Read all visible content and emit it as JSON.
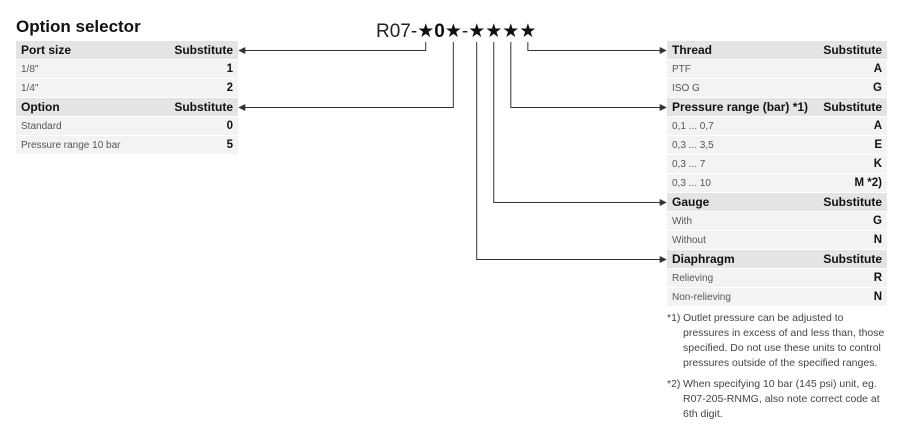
{
  "title": "Option selector",
  "code": {
    "prefix": "R07-",
    "star1": "★",
    "zero": "0",
    "star2": "★",
    "dash": "-",
    "star3": "★",
    "star4": "★",
    "star5": "★",
    "star6": "★"
  },
  "left_table": {
    "port_header": "Port size",
    "port_sub": "Substitute",
    "port_rows": [
      {
        "label": "1/8\"",
        "value": "1"
      },
      {
        "label": "1/4\"",
        "value": "2"
      }
    ],
    "option_header": "Option",
    "option_sub": "Substitute",
    "option_rows": [
      {
        "label": "Standard",
        "value": "0"
      },
      {
        "label": "Pressure range 10 bar",
        "value": "5"
      }
    ]
  },
  "right_table": {
    "thread_header": "Thread",
    "thread_sub": "Substitute",
    "thread_rows": [
      {
        "label": "PTF",
        "value": "A"
      },
      {
        "label": "ISO G",
        "value": "G"
      }
    ],
    "pressure_header": "Pressure range (bar) *1)",
    "pressure_sub": "Substitute",
    "pressure_rows": [
      {
        "label": "0,1 ... 0,7",
        "value": "A"
      },
      {
        "label": "0,3 ... 3,5",
        "value": "E"
      },
      {
        "label": "0,3 ... 7",
        "value": "K"
      },
      {
        "label": "0,3 ... 10",
        "value": "M *2)"
      }
    ],
    "gauge_header": "Gauge",
    "gauge_sub": "Substitute",
    "gauge_rows": [
      {
        "label": "With",
        "value": "G"
      },
      {
        "label": "Without",
        "value": "N"
      }
    ],
    "diaphragm_header": "Diaphragm",
    "diaphragm_sub": "Substitute",
    "diaphragm_rows": [
      {
        "label": "Relieving",
        "value": "R"
      },
      {
        "label": "Non-relieving",
        "value": "N"
      }
    ]
  },
  "notes": {
    "note1_marker": "*1)",
    "note1_text": "Outlet pressure can be adjusted to pressures in excess of and less than, those specified. Do not use these units to control pressures outside of the specified ranges.",
    "note2_marker": "*2)",
    "note2_text": "When specifying 10 bar (145 psi) unit, eg. R07-205-RNMG, also note correct code at 6th digit."
  },
  "colors": {
    "header_bg": "#e4e4e4",
    "row_bg": "#f3f3f3",
    "line": "#333333"
  }
}
